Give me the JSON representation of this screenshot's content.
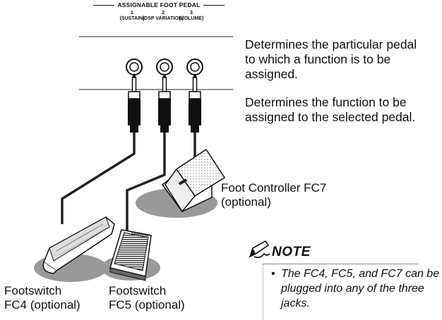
{
  "header": {
    "title": "ASSIGNABLE FOOT PEDAL",
    "jacks": [
      {
        "number": "1",
        "name": "(SUSTAIN)"
      },
      {
        "number": "2",
        "name": "(DSP VARIATION)"
      },
      {
        "number": "3",
        "name": "(VOLUME)"
      }
    ]
  },
  "descriptions": {
    "pedal": "Determines the particular pedal to which a function is to be assigned.",
    "function": "Determines the function to be assigned to the selected pedal."
  },
  "devices": {
    "fc7": {
      "line1": "Foot Controller FC7",
      "line2": "(optional)"
    },
    "fc4": {
      "line1": "Footswitch",
      "line2": "FC4 (optional)"
    },
    "fc5": {
      "line1": "Footswitch",
      "line2": "FC5 (optional)"
    },
    "fc5_brand": "YAMAHA"
  },
  "note": {
    "title": "NOTE",
    "text": "The FC4, FC5, and FC7 can be plugged into any of the three jacks."
  }
}
